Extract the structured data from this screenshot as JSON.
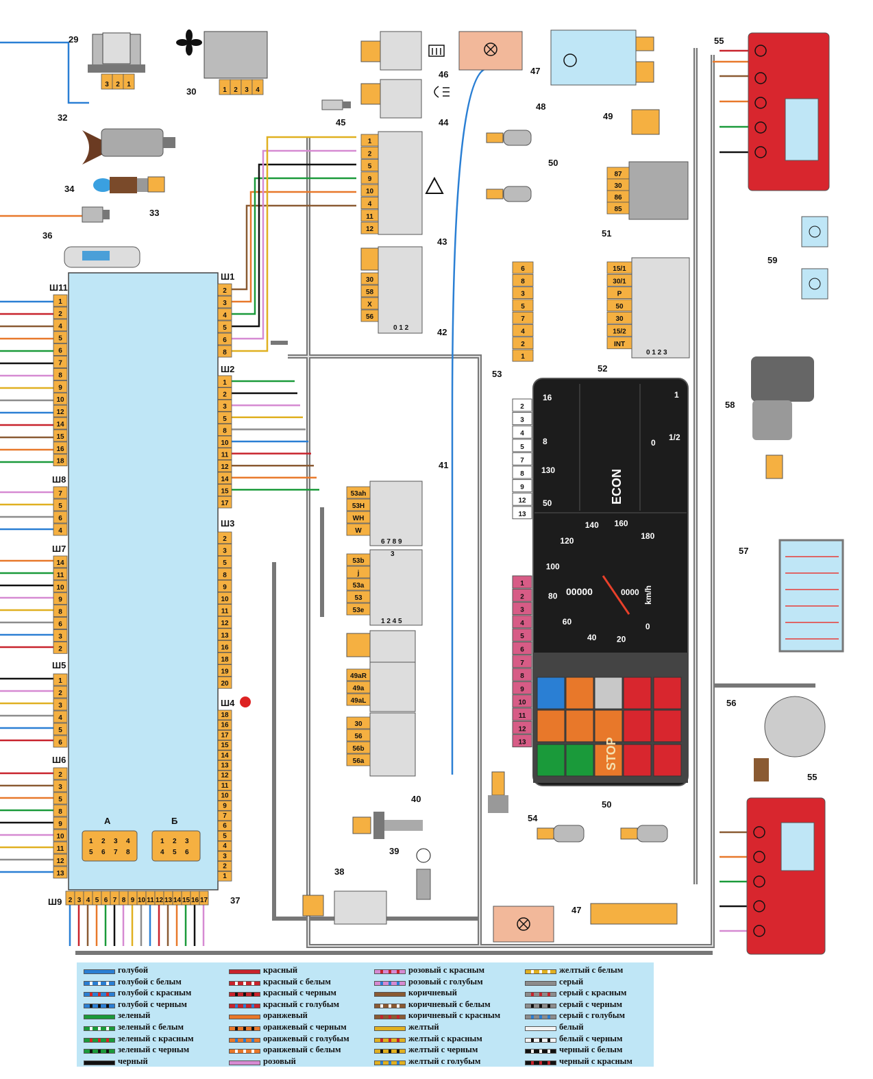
{
  "component_labels": [
    "29",
    "30",
    "32",
    "33",
    "34",
    "36",
    "37",
    "38",
    "39",
    "40",
    "41",
    "42",
    "43",
    "44",
    "45",
    "46",
    "47",
    "48",
    "49",
    "50",
    "51",
    "52",
    "53",
    "54",
    "55",
    "56",
    "57",
    "58",
    "59"
  ],
  "labels": {
    "c29": "29",
    "c30": "30",
    "c32": "32",
    "c33": "33",
    "c34": "34",
    "c36": "36",
    "c37": "37",
    "c38": "38",
    "c39": "39",
    "c40": "40",
    "c41": "41",
    "c42": "42",
    "c43": "43",
    "c44": "44",
    "c45": "45",
    "c46": "46",
    "c47a": "47",
    "c47b": "47",
    "c48": "48",
    "c49": "49",
    "c50a": "50",
    "c50b": "50",
    "c51": "51",
    "c52": "52",
    "c53": "53",
    "c54": "54",
    "c55a": "55",
    "c55b": "55",
    "c56": "56",
    "c57": "57",
    "c58": "58",
    "c59": "59"
  },
  "block37": {
    "harness_labels": {
      "sh1": "Ш1",
      "sh2": "Ш2",
      "sh3": "Ш3",
      "sh4": "Ш4",
      "sh5": "Ш5",
      "sh6": "Ш6",
      "sh7": "Ш7",
      "sh8": "Ш8",
      "sh9": "Ш9",
      "sh11": "Ш11"
    },
    "connector_a": "А",
    "connector_b": "Б",
    "a_pins": [
      "1",
      "2",
      "3",
      "4",
      "5",
      "6",
      "7",
      "8"
    ],
    "b_pins": [
      "1",
      "2",
      "3",
      "4",
      "5",
      "6"
    ],
    "left_sh11": [
      "1",
      "2",
      "4",
      "5",
      "6",
      "7",
      "8",
      "9",
      "10",
      "12",
      "14",
      "15",
      "16",
      "18"
    ],
    "left_sh8": [
      "7",
      "5",
      "6",
      "4"
    ],
    "left_sh7": [
      "14",
      "11",
      "10",
      "9",
      "8",
      "6",
      "3",
      "2"
    ],
    "left_sh5": [
      "1",
      "2",
      "3",
      "4",
      "5",
      "6"
    ],
    "left_sh6": [
      "2",
      "3",
      "5",
      "8",
      "9",
      "10",
      "11",
      "12",
      "13"
    ],
    "right_sh1": [
      "2",
      "3",
      "4",
      "5",
      "6",
      "8"
    ],
    "right_sh2": [
      "1",
      "2",
      "3",
      "5",
      "8",
      "10",
      "11",
      "12",
      "14",
      "15",
      "17"
    ],
    "right_sh3": [
      "2",
      "3",
      "5",
      "8",
      "9",
      "10",
      "11",
      "12",
      "13",
      "16",
      "18",
      "19",
      "20"
    ],
    "right_sh4": [
      "18",
      "16",
      "17",
      "15",
      "14",
      "13",
      "12",
      "11",
      "10",
      "9",
      "7",
      "6",
      "5",
      "4",
      "3",
      "2",
      "1"
    ],
    "bottom_sh9": [
      "2",
      "3",
      "4",
      "5",
      "6",
      "7",
      "8",
      "9",
      "10",
      "11",
      "12",
      "13",
      "14",
      "15",
      "16",
      "17"
    ]
  },
  "connectors": {
    "c29_pins": [
      "3",
      "2",
      "1"
    ],
    "c30_pins": [
      "1",
      "2",
      "3",
      "4"
    ],
    "c43_pins": [
      "1",
      "2",
      "5",
      "9",
      "10",
      "4",
      "11",
      "12"
    ],
    "c42_pins": [
      "30",
      "58",
      "X",
      "56"
    ],
    "c42_positions": "0 1 2",
    "c52_left_pins": [
      "6",
      "8",
      "3",
      "5",
      "7",
      "4",
      "2",
      "1"
    ],
    "c52_right_pins": [
      "15/1",
      "30/1",
      "P",
      "50",
      "30",
      "15/2",
      "INT"
    ],
    "c52_positions": "0 1 2 3",
    "c51_pins": [
      "87",
      "30",
      "86",
      "85"
    ],
    "c41_pins": [
      "53ah",
      "53H",
      "WH",
      "W"
    ],
    "c41_positions": "6 7 8 9",
    "c41b_pins": [
      "53b",
      "j",
      "53a",
      "53",
      "53e"
    ],
    "c41b_positions": "1 2 4 5",
    "c41b_top": "3",
    "c41c_pins": [
      "49aR",
      "49a",
      "49aL"
    ],
    "c41d_pins": [
      "30",
      "56",
      "56b",
      "56a"
    ],
    "c53_top_pins": [
      "2",
      "3",
      "4",
      "5",
      "7",
      "8",
      "9",
      "12",
      "13"
    ],
    "c53_bottom_pins": [
      "1",
      "2",
      "3",
      "4",
      "5",
      "6",
      "7",
      "8",
      "9",
      "10",
      "11",
      "12",
      "13"
    ]
  },
  "cluster": {
    "fuel_scale": [
      "1",
      "1/2",
      "0"
    ],
    "temp_scale": [
      "16",
      "8"
    ],
    "oil_scale": [
      "130",
      "50"
    ],
    "speed_marks": [
      "0",
      "20",
      "40",
      "60",
      "80",
      "100",
      "120",
      "140",
      "160",
      "180"
    ],
    "odometer": "00000",
    "trip": "0000",
    "unit": "km/h",
    "econ": "ECON",
    "stop": "STOP"
  },
  "legend": [
    {
      "label": "голубой",
      "c1": "#2a7fd4",
      "c2": "#2a7fd4"
    },
    {
      "label": "голубой с белым",
      "c1": "#2a7fd4",
      "c2": "#ffffff"
    },
    {
      "label": "голубой с красным",
      "c1": "#2a7fd4",
      "c2": "#d22"
    },
    {
      "label": "голубой с черным",
      "c1": "#2a7fd4",
      "c2": "#111"
    },
    {
      "label": "зеленый",
      "c1": "#1a9a3a",
      "c2": "#1a9a3a"
    },
    {
      "label": "зеленый с белым",
      "c1": "#1a9a3a",
      "c2": "#ffffff"
    },
    {
      "label": "зеленый с красным",
      "c1": "#1a9a3a",
      "c2": "#d22"
    },
    {
      "label": "зеленый с черным",
      "c1": "#1a9a3a",
      "c2": "#111"
    },
    {
      "label": "черный",
      "c1": "#111",
      "c2": "#111"
    },
    {
      "label": "красный",
      "c1": "#c8232c",
      "c2": "#c8232c"
    },
    {
      "label": "красный с белым",
      "c1": "#c8232c",
      "c2": "#ffffff"
    },
    {
      "label": "красный с черным",
      "c1": "#c8232c",
      "c2": "#111"
    },
    {
      "label": "красный с голубым",
      "c1": "#c8232c",
      "c2": "#2a7fd4"
    },
    {
      "label": "оранжевый",
      "c1": "#e8782a",
      "c2": "#e8782a"
    },
    {
      "label": "оранжевый с черным",
      "c1": "#e8782a",
      "c2": "#111"
    },
    {
      "label": "оранжевый с голубым",
      "c1": "#e8782a",
      "c2": "#2a7fd4"
    },
    {
      "label": "оранжевый с белым",
      "c1": "#e8782a",
      "c2": "#ffffff"
    },
    {
      "label": "розовый",
      "c1": "#d68ad2",
      "c2": "#d68ad2"
    },
    {
      "label": "розовый с красным",
      "c1": "#d68ad2",
      "c2": "#c8232c"
    },
    {
      "label": "розовый с голубым",
      "c1": "#d68ad2",
      "c2": "#2a7fd4"
    },
    {
      "label": "коричневый",
      "c1": "#8a5a32",
      "c2": "#8a5a32"
    },
    {
      "label": "коричневый с белым",
      "c1": "#8a5a32",
      "c2": "#ffffff"
    },
    {
      "label": "коричневый с красным",
      "c1": "#8a5a32",
      "c2": "#c8232c"
    },
    {
      "label": "желтый",
      "c1": "#e0b020",
      "c2": "#e0b020"
    },
    {
      "label": "желтый с красным",
      "c1": "#e0b020",
      "c2": "#c8232c"
    },
    {
      "label": "желтый с черным",
      "c1": "#e0b020",
      "c2": "#111"
    },
    {
      "label": "желтый с голубым",
      "c1": "#e0b020",
      "c2": "#2a7fd4"
    },
    {
      "label": "желтый с белым",
      "c1": "#e0b020",
      "c2": "#ffffff"
    },
    {
      "label": "серый",
      "c1": "#8c8c8c",
      "c2": "#8c8c8c"
    },
    {
      "label": "серый с красным",
      "c1": "#8c8c8c",
      "c2": "#c8232c"
    },
    {
      "label": "серый с черным",
      "c1": "#8c8c8c",
      "c2": "#111"
    },
    {
      "label": "серый с голубым",
      "c1": "#8c8c8c",
      "c2": "#2a7fd4"
    },
    {
      "label": "белый",
      "c1": "#f4f4f4",
      "c2": "#f4f4f4"
    },
    {
      "label": "белый с черным",
      "c1": "#f4f4f4",
      "c2": "#111"
    },
    {
      "label": "черный с белым",
      "c1": "#111",
      "c2": "#ffffff"
    },
    {
      "label": "черный с красным",
      "c1": "#111",
      "c2": "#c8232c"
    }
  ],
  "colors": {
    "block": "#bfe6f6",
    "connector": "#f5b041",
    "lamp_red": "#d8262e",
    "panel_bg": "#1c1c1c",
    "harness": "#777777"
  }
}
